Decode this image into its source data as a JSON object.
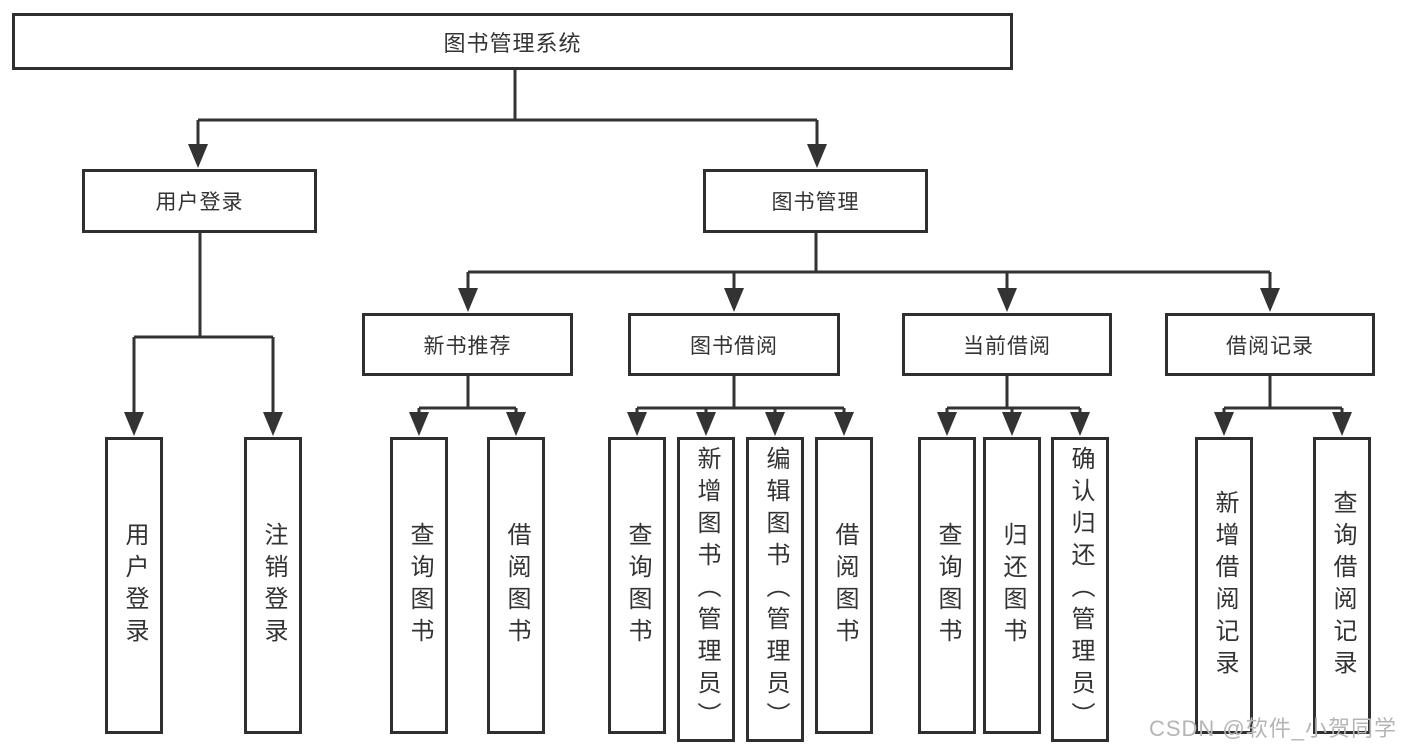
{
  "tree": {
    "root": {
      "label": "图书管理系统"
    },
    "user_login": {
      "label": "用户登录",
      "children": [
        {
          "label": "用户登录"
        },
        {
          "label": "注销登录"
        }
      ]
    },
    "book_management": {
      "label": "图书管理",
      "groups": [
        {
          "label": "新书推荐",
          "children": [
            {
              "label": "查询图书"
            },
            {
              "label": "借阅图书"
            }
          ]
        },
        {
          "label": "图书借阅",
          "children": [
            {
              "label": "查询图书"
            },
            {
              "label": "新增图书（管理员）"
            },
            {
              "label": "编辑图书（管理员）"
            },
            {
              "label": "借阅图书"
            }
          ]
        },
        {
          "label": "当前借阅",
          "children": [
            {
              "label": "查询图书"
            },
            {
              "label": "归还图书"
            },
            {
              "label": "确认归还（管理员）"
            }
          ]
        },
        {
          "label": "借阅记录",
          "children": [
            {
              "label": "新增借阅记录"
            },
            {
              "label": "查询借阅记录"
            }
          ]
        }
      ]
    }
  },
  "watermark": {
    "text": "CSDN @软件_小贺同学"
  },
  "colors": {
    "line": "#333333",
    "box_border": "#2f2f2f",
    "text": "#333333",
    "watermark": "#b5b5b5",
    "background": "#ffffff"
  }
}
